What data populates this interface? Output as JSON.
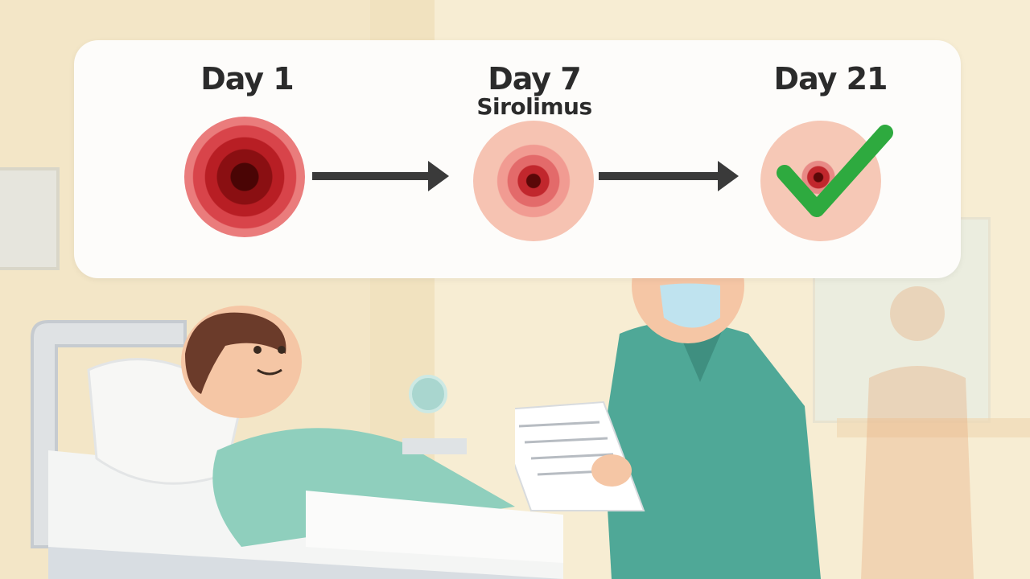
{
  "timeline": {
    "stages": [
      {
        "label": "Day 1",
        "sublabel": "",
        "state": "severe lesion"
      },
      {
        "label": "Day 7",
        "sublabel": "Sirolimus",
        "state": "improving lesion"
      },
      {
        "label": "Day 21",
        "sublabel": "",
        "state": "healed lesion with checkmark"
      }
    ],
    "colors": {
      "lesion_dark": "#5a0a0a",
      "lesion_red": "#c1272d",
      "lesion_pink": "#f0a89a",
      "skin": "#f6c9b5",
      "arrow": "#3a3a3a",
      "check": "#2eaa3f"
    }
  },
  "scene": {
    "description": "Hospital room: patient lying in bed, doctor in scrubs holding a document"
  }
}
